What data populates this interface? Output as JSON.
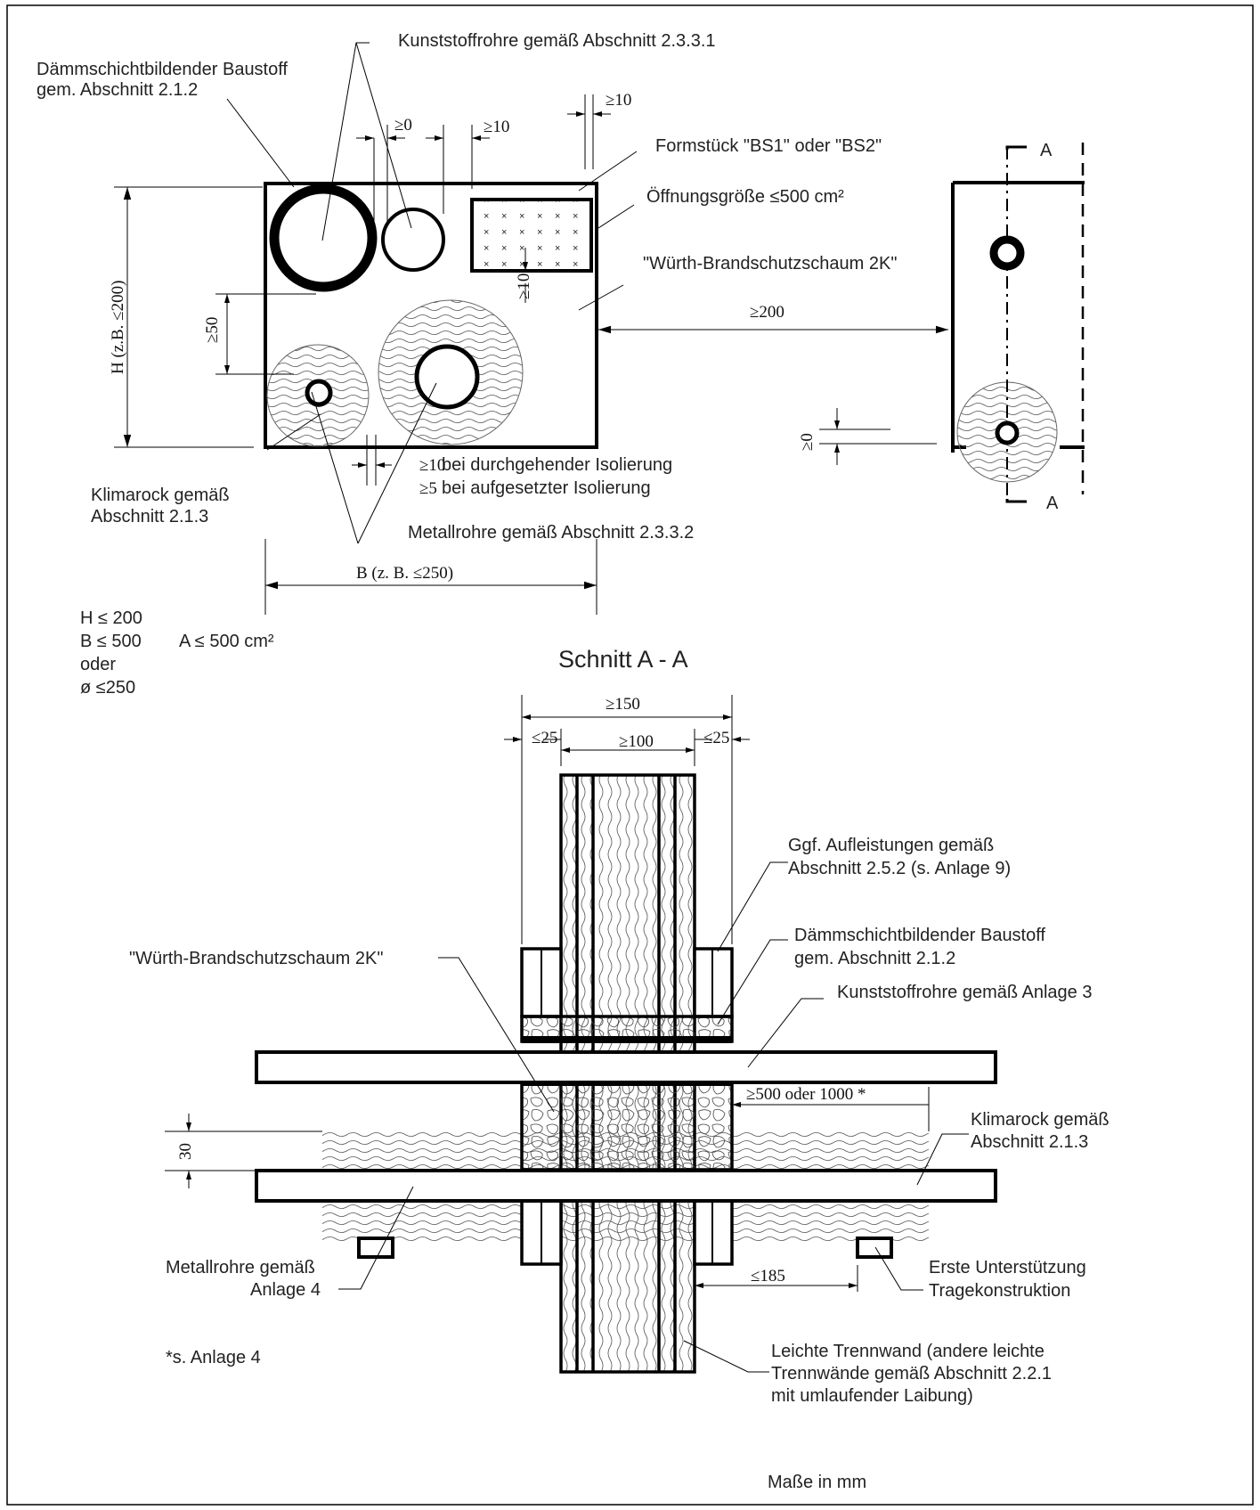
{
  "top_view": {
    "labels": {
      "kunststoffrohre": "Kunststoffrohre gemäß Abschnitt 2.3.3.1",
      "daemm_line1": "Dämmschichtbildender Baustoff",
      "daemm_line2": "gem. Abschnitt 2.1.2",
      "formstueck": "Formstück \"BS1\" oder \"BS2\"",
      "oeffnung": "Öffnungsgröße  ≤500 cm²",
      "schaum": "\"Würth-Brandschutzschaum 2K\"",
      "iso_line1": "bei durchgehender Isolierung",
      "iso_line2": "bei aufgesetzter Isolierung",
      "metallrohre": "Metallrohre gemäß Abschnitt 2.3.3.2",
      "klimarock_line1": "Klimarock gemäß",
      "klimarock_line2": "Abschnitt 2.1.3"
    },
    "dims": {
      "ge0_top": "≥0",
      "ge10_top": "≥10",
      "ge10_topright": "≥10",
      "ge10_vertical": "≥10",
      "ge50": "≥50",
      "ge200": "≥200",
      "iso_ge10": "≥10",
      "iso_ge5": "≥5",
      "height": "H (z.B. ≤200)",
      "width": "B (z. B. ≤250)",
      "ge0_side": "≥0"
    }
  },
  "side_view": {
    "section_mark_top": "A",
    "section_mark_bottom": "A"
  },
  "limits": {
    "h": "H ≤ 200",
    "b": "B ≤ 500",
    "a": "A ≤ 500 cm²",
    "oder": "oder",
    "d": "ø ≤250"
  },
  "section": {
    "title": "Schnitt A - A",
    "dims": {
      "ge150": "≥150",
      "le25_left": "≤25",
      "ge100": "≥100",
      "le25_right": "≤25",
      "ge500": "≥500 oder 1000 *",
      "thirty": "30",
      "le185": "≤185"
    },
    "labels": {
      "aufleistungen_line1": "Ggf. Aufleistungen gemäß",
      "aufleistungen_line2": "Abschnitt 2.5.2 (s. Anlage 9)",
      "daemm_line1": "Dämmschichtbildender Baustoff",
      "daemm_line2": "gem. Abschnitt 2.1.2",
      "schaum": "\"Würth-Brandschutzschaum 2K\"",
      "kunststoff": "Kunststoffrohre gemäß Anlage 3",
      "klimarock_line1": "Klimarock gemäß",
      "klimarock_line2": "Abschnitt 2.1.3",
      "metall_line1": "Metallrohre gemäß",
      "metall_line2": "Anlage 4",
      "stuetz_line1": "Erste Unterstützung",
      "stuetz_line2": "Tragekonstruktion",
      "footnote": "*s. Anlage 4",
      "wand_line1": "Leichte Trennwand (andere leichte",
      "wand_line2": "Trennwände gemäß Abschnitt 2.2.1",
      "wand_line3": "mit umlaufender Laibung)"
    }
  },
  "footer": {
    "units": "Maße in mm"
  }
}
